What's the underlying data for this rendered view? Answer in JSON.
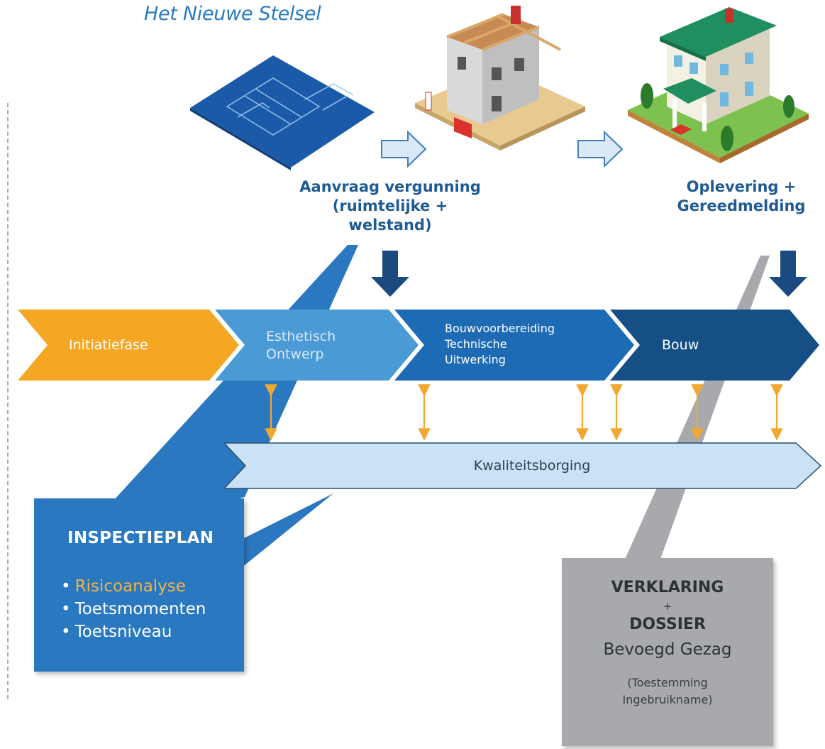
{
  "header": {
    "subtitle": "Het Nieuwe Stelsel"
  },
  "stages": [
    {
      "label_lines": [
        "Aanvraag vergunning",
        "(ruimtelijke +",
        "welstand)"
      ]
    },
    {
      "label_lines": [
        "Oplevering +",
        "Gereedmelding"
      ]
    }
  ],
  "phases": [
    {
      "lines": [
        "Initiatiefase"
      ],
      "color": "#f5a623"
    },
    {
      "lines": [
        "Esthetisch",
        "Ontwerp"
      ],
      "color": "#4a9ad6"
    },
    {
      "lines": [
        "Bouwvoorbereiding",
        "Technische",
        "Uitwerking"
      ],
      "color": "#1d6bb5"
    },
    {
      "lines": [
        "Bouw"
      ],
      "color": "#164f85"
    }
  ],
  "kwaliteitsborging": {
    "label": "Kwaliteitsborging",
    "color": "#c9e2f5"
  },
  "inspectieplan": {
    "title": "INSPECTIEPLAN",
    "items": [
      "Risicoanalyse",
      "Toetsmomenten",
      "Toetsniveau"
    ],
    "highlight_color": "#f2b33d"
  },
  "verklaring": {
    "line1": "VERKLARING",
    "plus": "+",
    "line2": "DOSSIER",
    "line3": "Bevoegd Gezag",
    "note_lines": [
      "(Toestemming",
      "Ingebruikname)"
    ]
  },
  "icons": [
    "blueprint-icon",
    "house-under-construction-icon",
    "finished-house-icon",
    "arrow-right-icon",
    "arrow-down-icon",
    "double-arrow-icon"
  ]
}
